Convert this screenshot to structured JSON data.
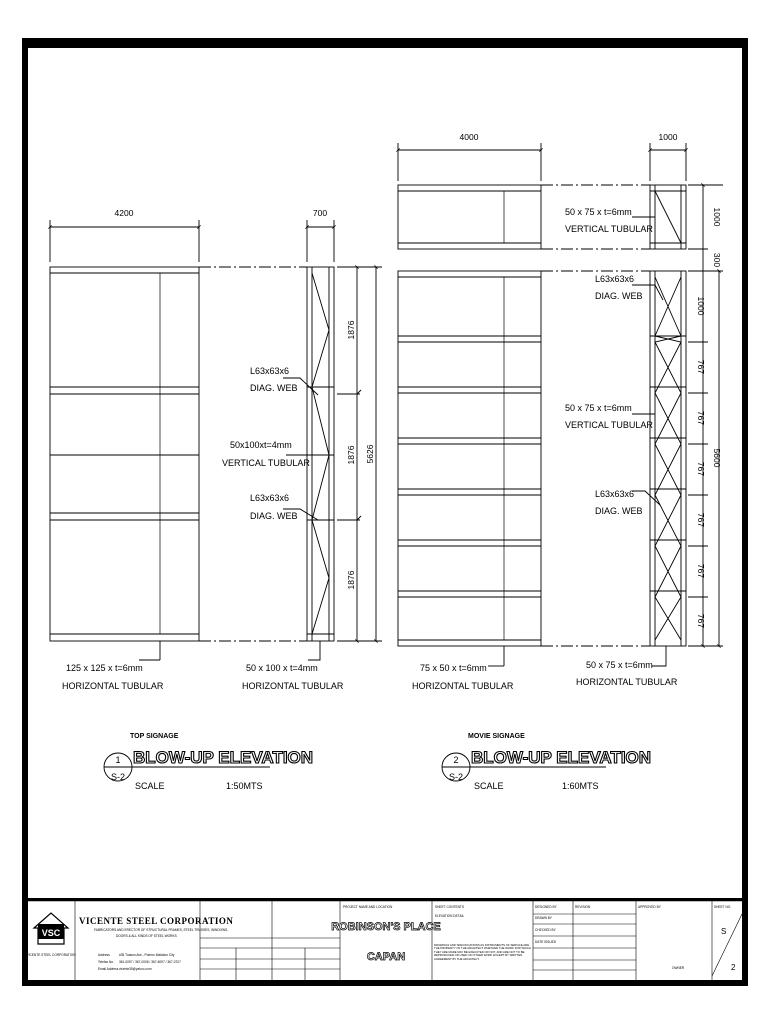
{
  "drawing_1": {
    "width_dim": "4200",
    "side_dim": "700",
    "heights": [
      "1876",
      "1876",
      "1876"
    ],
    "total_height": "5626",
    "callouts": {
      "diag_web_top": [
        "L63x63x6",
        "DIAG. WEB"
      ],
      "vertical": [
        "50x100xt=4mm",
        "VERTICAL TUBULAR"
      ],
      "diag_web_bottom": [
        "L63x63x6",
        "DIAG. WEB"
      ],
      "horizontal_left": [
        "125 x 125 x t=6mm",
        "HORIZONTAL TUBULAR"
      ],
      "horizontal_right": [
        "50 x 100 x t=4mm",
        "HORIZONTAL TUBULAR"
      ]
    },
    "caption": "TOP SIGNAGE",
    "number": "1",
    "sheet": "S-2",
    "title": "BLOW-UP ELEVATION",
    "scale_label": "SCALE",
    "scale": "1:50MTS"
  },
  "drawing_2": {
    "width_dim": "4000",
    "side_dim": "1000",
    "top_box": "1000",
    "gap": "300",
    "heights": [
      "1000",
      "767",
      "767",
      "767",
      "767",
      "767",
      "767"
    ],
    "total_height": "5600",
    "callouts": {
      "vertical_top": [
        "50 x 75 x t=6mm",
        "VERTICAL TUBULAR"
      ],
      "diag_web_top": [
        "L63x63x6",
        "DIAG. WEB"
      ],
      "vertical_mid": [
        "50 x 75 x t=6mm",
        "VERTICAL TUBULAR"
      ],
      "diag_web_bottom": [
        "L63x63x6",
        "DIAG. WEB"
      ],
      "horizontal_left": [
        "75 x 50 x t=6mm",
        "HORIZONTAL TUBULAR"
      ],
      "horizontal_right": [
        "50 x 75 x t=6mm",
        "HORIZONTAL TUBULAR"
      ]
    },
    "caption": "MOVIE SIGNAGE",
    "number": "2",
    "sheet": "S-2",
    "title": "BLOW-UP ELEVATION",
    "scale_label": "SCALE",
    "scale": "1:60MTS"
  },
  "title_block": {
    "logo_text": "VSC",
    "logo_caption": "VICENTE STEEL CORPORATION",
    "company": "VICENTE STEEL CORPORATION",
    "tagline_1": "FABRICATORS AND ERECTOR OF STRUCTURAL FRAMES, STEEL TRUSSES, WINDOWS,",
    "tagline_2": "DOORS & ALL KINDS OF STEEL WORKS",
    "address_label": "Address",
    "address": "#35 Tuason Ave., Potrero Malabon City",
    "phone_label": "Telefax No.",
    "phone": "361-0097 / 367-0008 / 367-6097 / 367-0707",
    "email_label": "Email Address",
    "email": "vicente35@yahoo.com",
    "project_label": "PROJECT NAME AND LOCATION",
    "project_line_1": "ROBINSON'S PLACE",
    "project_line_2": "CAPAN",
    "sheet_contents_label": "SHEET CONTENTS",
    "sheet_contents": "ELEVATION DETAIL",
    "sheet_no_label": "SHEET NO.",
    "sheet_no": "S",
    "sheet_of": "2",
    "designed_by_label": "DESIGNED BY",
    "drawn_by_label": "DRAWN BY",
    "checked_by_label": "CHECKED BY",
    "date_issued_label": "DATE ISSUED",
    "revision_label": "REVISION",
    "approved_label": "APPROVED BY",
    "owner_label": "OWNER",
    "note": "DRAWINGS AND SPECIFICATIONS AS INSTRUMENTS OF SERVICE ARE THE PROPERTY OF THE ARCHITECT WHETHER THE WORK FOR WHICH THEY ARE MADE MAY BE EXECUTED OR NOT, AND ARE NOT TO BE REPRODUCED OR USED ON OTHER WORK EXCEPT BY WRITTEN AGREEMENT BY THE ARCHITECT."
  }
}
